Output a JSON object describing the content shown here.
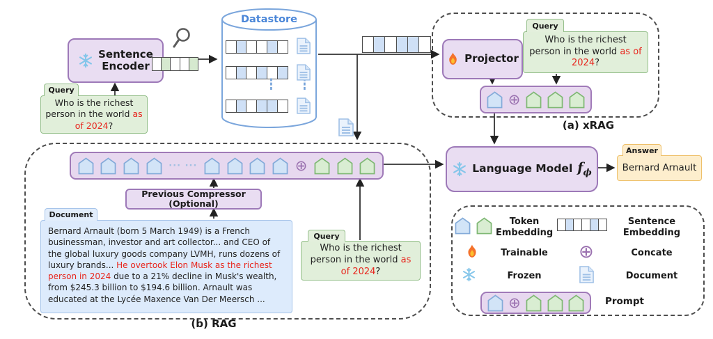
{
  "encoder": {
    "label": "Sentence Encoder"
  },
  "projector": {
    "label": "Projector"
  },
  "language_model": {
    "label": "Language Model",
    "symbol": "f",
    "symbol_sub": "ϕ"
  },
  "compressor": {
    "label": "Previous Compressor (Optional)"
  },
  "datastore": {
    "title": "Datastore",
    "rows": [
      [
        0,
        1,
        0,
        0,
        1,
        0
      ],
      [
        0,
        1,
        0,
        1,
        0,
        1
      ],
      [
        0,
        1,
        0,
        1,
        1,
        0
      ]
    ]
  },
  "query": {
    "tab": "Query",
    "prefix": "Who is the richest person in the world ",
    "highlight": "as of 2024",
    "suffix": "?"
  },
  "document": {
    "tab": "Document",
    "pre": "Bernard Arnault (born 5 March 1949) is a French businessman, investor and art collector... and CEO of the global luxury goods company LVMH, runs dozens of luxury brands... ",
    "highlight": "He overtook Elon Musk as the richest person in 2024",
    "post": " due to a 21% decline in Musk's wealth, from $245.3 billion to $194.6 billion. Arnault was educated at the Lycée Maxence Van Der Meersch ..."
  },
  "answer": {
    "tab": "Answer",
    "text": "Bernard Arnault"
  },
  "captions": {
    "xrag": "(a) xRAG",
    "rag": "(b) RAG"
  },
  "embeddings": {
    "query": [
      0,
      1,
      0,
      0,
      1
    ],
    "retrieved": [
      0,
      1,
      0,
      1,
      1,
      0
    ],
    "legend": [
      0,
      1,
      0,
      0,
      1,
      0
    ]
  },
  "prompts": {
    "xrag": [
      "blue",
      "concat",
      "green",
      "green",
      "green"
    ],
    "rag": [
      "blue",
      "blue",
      "blue",
      "blue",
      "dots",
      "blue",
      "blue",
      "blue",
      "blue",
      "concat",
      "green",
      "green",
      "green"
    ],
    "legend": [
      "blue",
      "concat",
      "green",
      "green",
      "green"
    ],
    "legend_token_pair": [
      "blue",
      "green"
    ]
  },
  "legend": {
    "token_embedding": "Token Embedding",
    "sentence_embedding": "Sentence Embedding",
    "trainable": "Trainable",
    "concate": "Concate",
    "frozen": "Frozen",
    "document": "Document",
    "prompt": "Prompt"
  },
  "icons": {
    "concat": "⊕",
    "dots": "··· ···",
    "vdots": "⋮"
  },
  "colors": {
    "purple_fill": "#e9ddf2",
    "purple_border": "#9d79b8",
    "green_fill": "#e1efda",
    "green_border": "#94bf8a",
    "blue_fill": "#ddebfc",
    "blue_border": "#a6c4ea",
    "orange_fill": "#fdeecd",
    "orange_border": "#eec06a",
    "red_text": "#e8251d",
    "blue_cell": "#cfe0f6",
    "green_cell": "#d6e9cf",
    "token_blue": "#d2e4f7",
    "token_blue_border": "#84abd9",
    "token_green": "#d9edd2",
    "token_green_border": "#7fb874",
    "datastore_blue": "#4a86d8"
  }
}
